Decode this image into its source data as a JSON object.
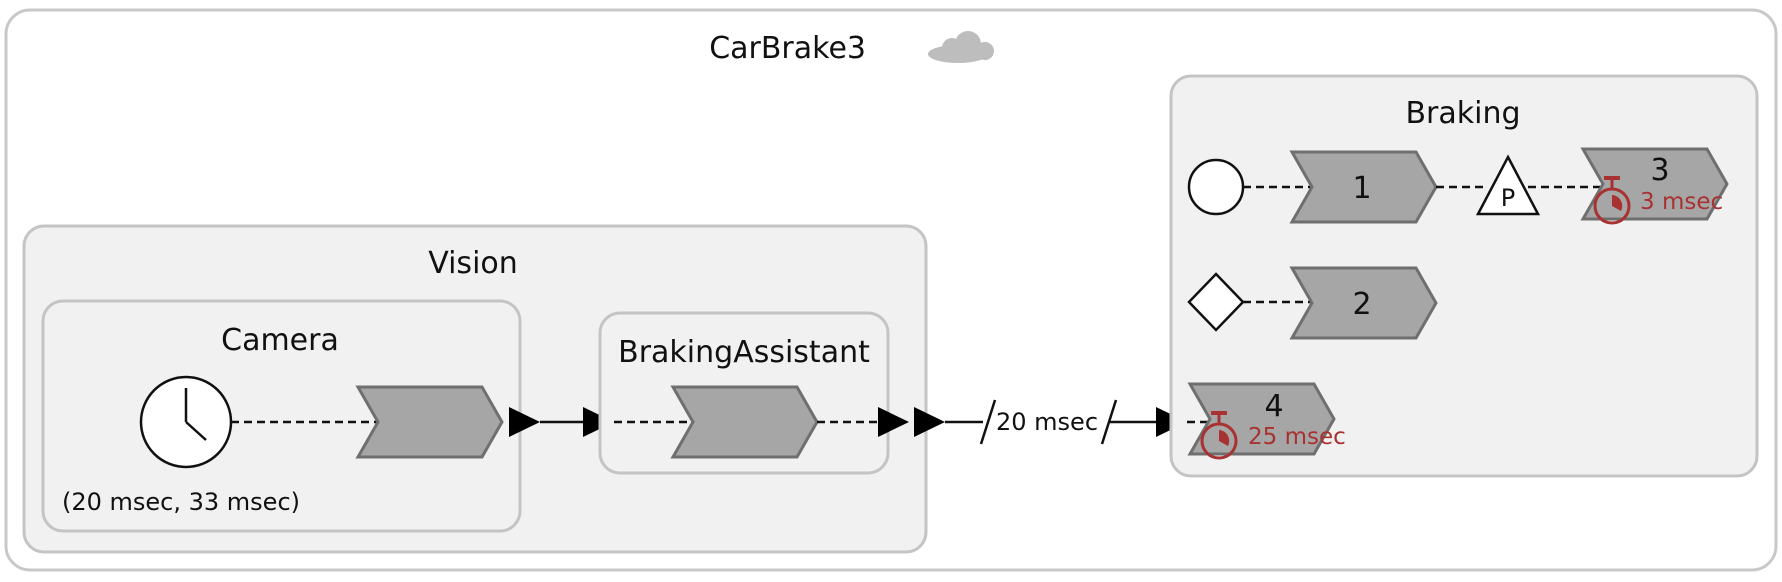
{
  "system": {
    "title": "CarBrake3",
    "icon": "cloud-icon",
    "icon_color": "#bdbdbd"
  },
  "vision": {
    "title": "Vision",
    "camera": {
      "title": "Camera",
      "timing": "(20 msec, 33 msec)",
      "icon": "clock-icon"
    },
    "braking_assistant": {
      "title": "BrakingAssistant"
    }
  },
  "connection": {
    "delay_label": "20 msec"
  },
  "braking": {
    "title": "Braking",
    "runnables": [
      {
        "id": "1",
        "trigger": "circle"
      },
      {
        "id": "2",
        "trigger": "diamond"
      },
      {
        "id": "3",
        "duration": "3 msec",
        "predecessor": "P"
      },
      {
        "id": "4",
        "duration": "25 msec"
      }
    ],
    "accent_color": "#a83232"
  }
}
